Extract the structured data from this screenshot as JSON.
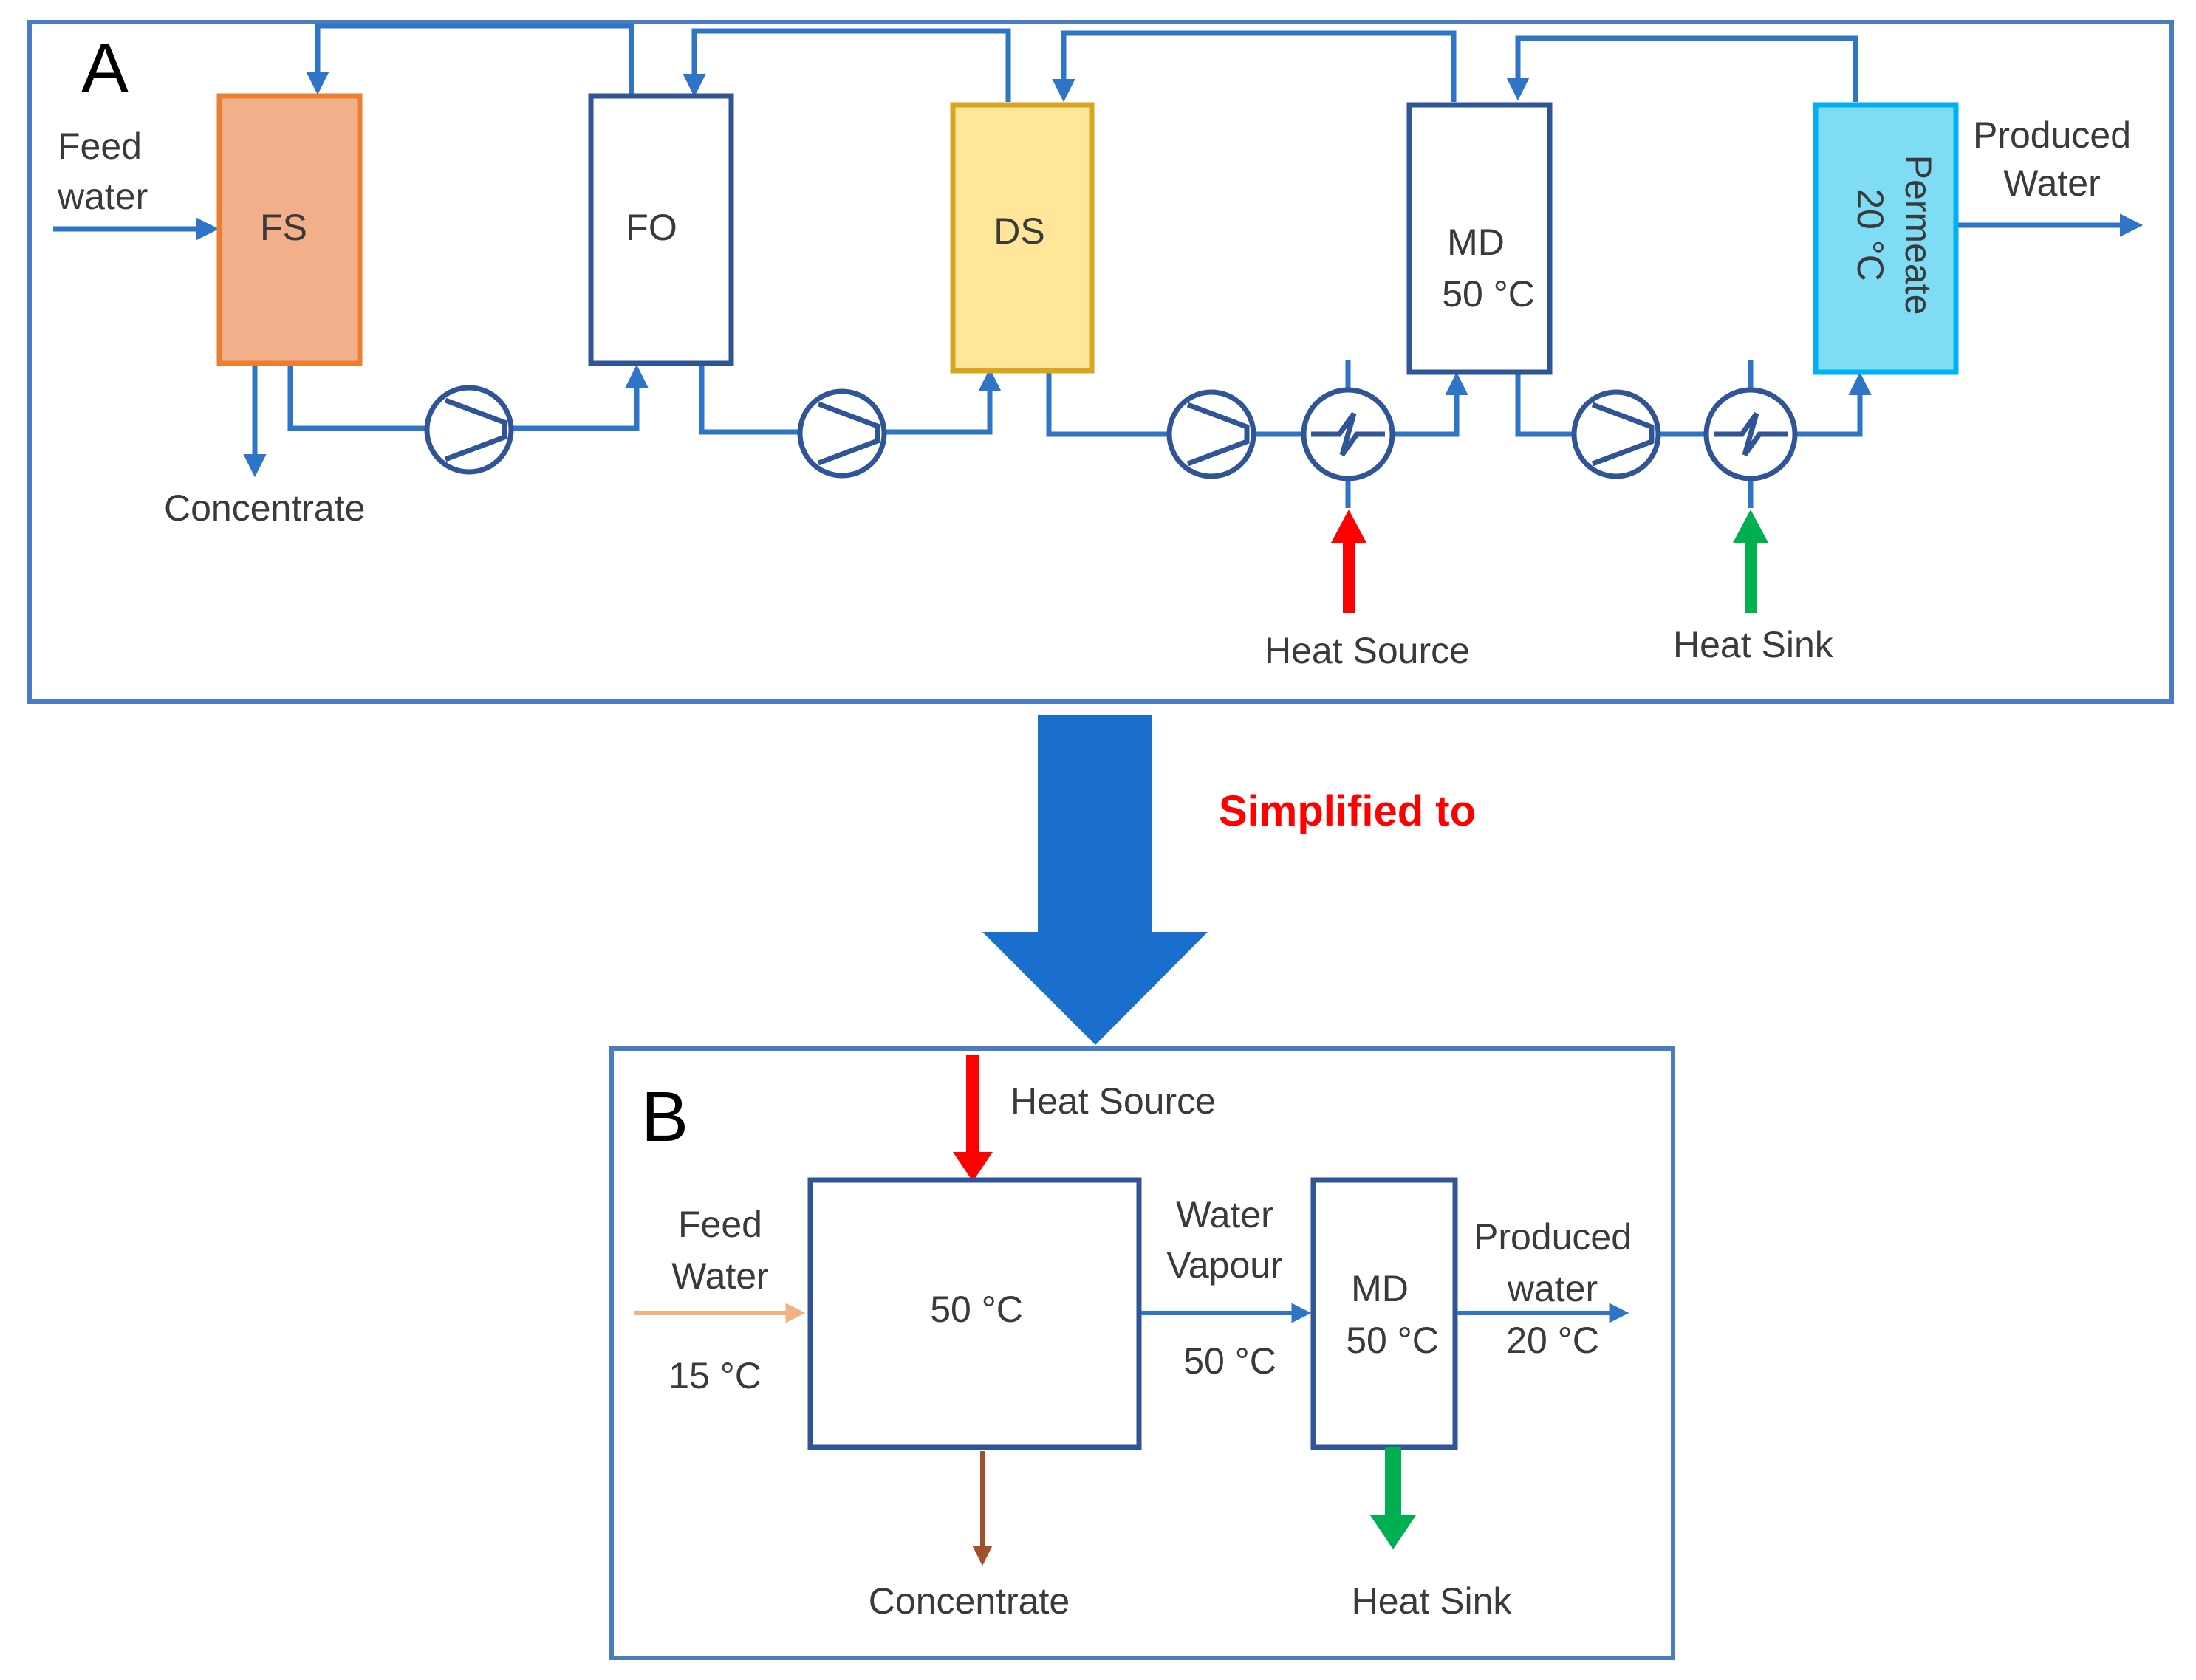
{
  "colors": {
    "line_blue": "#2e75c8",
    "box_border_blue": "#2f5597",
    "fs_fill": "#f2b08a",
    "fs_border": "#ed7d31",
    "ds_fill": "#ffe699",
    "ds_border": "#d9a520",
    "permeate_fill": "#7fdcf5",
    "permeate_border": "#00b0f0",
    "heat_source": "#ff0000",
    "heat_sink": "#00b050",
    "big_arrow": "#1a6fcd",
    "simplified_text": "#ff0000",
    "feed_arrow_b": "#f4b183",
    "concentrate_b": "#a0522d"
  },
  "panel_a": {
    "letter": "A",
    "feed_label_1": "Feed",
    "feed_label_2": "water",
    "fs": "FS",
    "fo": "FO",
    "ds": "DS",
    "md_1": "MD",
    "md_2": "50 °C",
    "permeate_1": "Permeate",
    "permeate_2": "20 °C",
    "produced_1": "Produced",
    "produced_2": "Water",
    "concentrate": "Concentrate",
    "heat_source": "Heat Source",
    "heat_sink": "Heat Sink",
    "icons": [
      "pump-icon",
      "pump-icon",
      "pump-icon",
      "heat-exchanger-icon",
      "pump-icon",
      "heat-exchanger-icon"
    ]
  },
  "transition": {
    "label": "Simplified to"
  },
  "panel_b": {
    "letter": "B",
    "heat_source": "Heat Source",
    "feed_1": "Feed",
    "feed_2": "Water",
    "feed_temp": "15 °C",
    "main_temp": "50 °C",
    "vapour_1": "Water",
    "vapour_2": "Vapour",
    "vapour_temp": "50 °C",
    "md_1": "MD",
    "md_2": "50 °C",
    "produced_1": "Produced",
    "produced_2": "water",
    "produced_temp": "20 °C",
    "concentrate": "Concentrate",
    "heat_sink": "Heat Sink"
  }
}
